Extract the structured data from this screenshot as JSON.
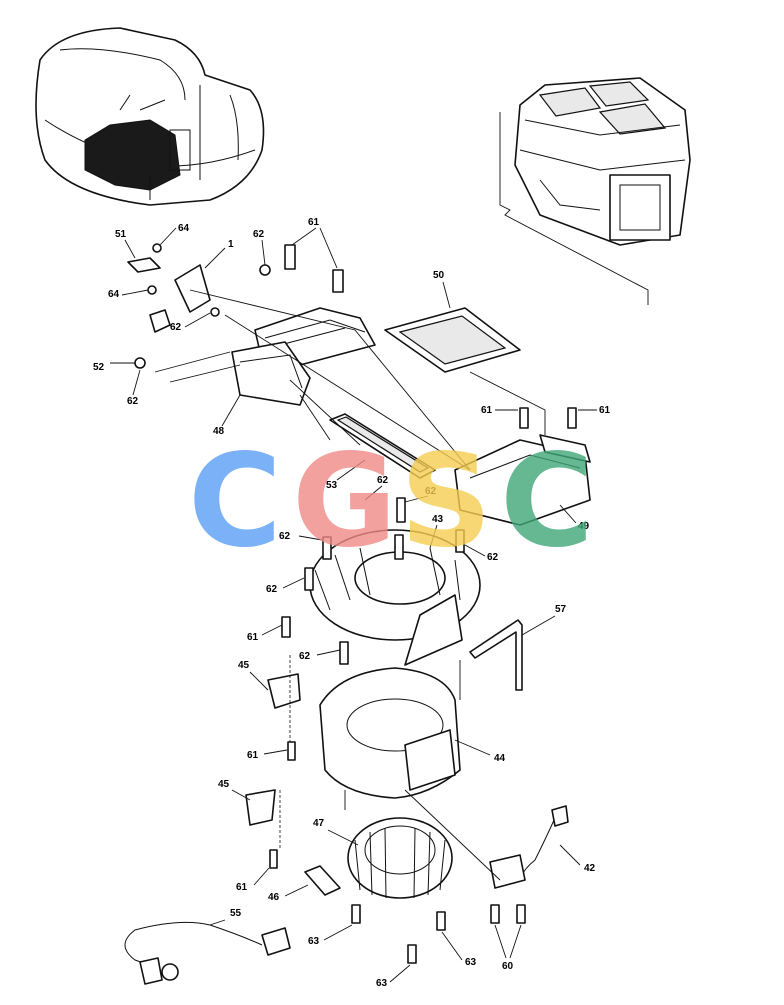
{
  "callouts": {
    "c1": "1",
    "c42": "42",
    "c43": "43",
    "c44": "44",
    "c45a": "45",
    "c45b": "45",
    "c46": "46",
    "c47": "47",
    "c48": "48",
    "c49": "49",
    "c50": "50",
    "c51": "51",
    "c52": "52",
    "c53": "53",
    "c55": "55",
    "c57": "57",
    "c60": "60",
    "c61a": "61",
    "c61b": "61",
    "c61c": "61",
    "c61d": "61",
    "c61e": "61",
    "c61f": "61",
    "c62a": "62",
    "c62b": "62",
    "c62c": "62",
    "c62d": "62",
    "c62e": "62",
    "c62f": "62",
    "c62g": "62",
    "c62h": "62",
    "c62i": "62",
    "c63a": "63",
    "c63b": "63",
    "c63c": "63",
    "c64a": "64",
    "c64b": "64"
  },
  "watermark": {
    "letters": [
      "C",
      "G",
      "S",
      "C"
    ],
    "colors": [
      "#5b9ef5",
      "#f08a86",
      "#f6cd52",
      "#3fa776"
    ]
  }
}
